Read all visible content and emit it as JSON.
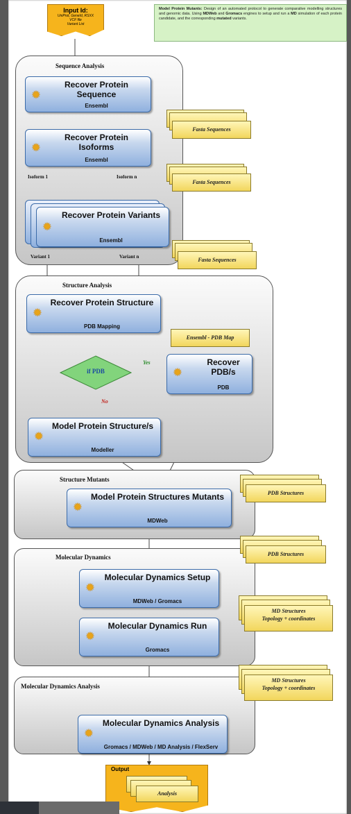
{
  "input": {
    "title": "Input Id:",
    "lines": [
      "UniProt, GeneId, RSXX",
      "VCF file",
      "Variant List"
    ]
  },
  "note": {
    "bold_title": "Model Protein Mutants:",
    "text1": " Design of an automated protocol to generate comparative modelling structures and genomic data. Using ",
    "b1": "MDWeb",
    "text2": " and ",
    "b2": "Gromacs",
    "text3": " engines to setup and run a ",
    "b3": "MD",
    "text4": " simulation of each protein candidate, and the corresponding ",
    "b4": "mutated",
    "text5": " variants."
  },
  "groups": {
    "seq": "Sequence  Analysis",
    "struct": "Structure Analysis",
    "mutants": "Structure Mutants",
    "md": "Molecular Dynamics",
    "mda": "Molecular Dynamics Analysis"
  },
  "procs": {
    "p1": {
      "title": "Recover Protein Sequence",
      "sub": "Ensembl"
    },
    "p2": {
      "title": "Recover Protein Isoforms",
      "sub": "Ensembl"
    },
    "p3": {
      "title": "Recover Protein Variants",
      "sub": "Ensembl"
    },
    "p4": {
      "title": "Recover Protein Structure",
      "sub": "PDB Mapping"
    },
    "p5": {
      "title": "Recover PDB/s",
      "sub": "PDB"
    },
    "p6": {
      "title": "Model Protein Structure/s",
      "sub": "Modeller"
    },
    "p7": {
      "title": "Model Protein Structures Mutants",
      "sub": "MDWeb"
    },
    "p8": {
      "title": "Molecular Dynamics Setup",
      "sub": "MDWeb / Gromacs"
    },
    "p9": {
      "title": "Molecular Dynamics Run",
      "sub": "Gromacs"
    },
    "p10": {
      "title": "Molecular Dynamics Analysis",
      "sub": "Gromacs / MDWeb / MD Analysis / FlexServ"
    }
  },
  "docs": {
    "d1": "Fasta Sequences",
    "d2": "Fasta Sequences",
    "d3": "Fasta Sequences",
    "d4": "Ensembl - PDB Map",
    "d5": "PDB Structures",
    "d6": "PDB Structures",
    "d7a": "MD Structures",
    "d7b": "Topology + coordinates",
    "d8a": "MD Structures",
    "d8b": "Topology + coordinates"
  },
  "labels": {
    "iso1": "Isoform 1",
    "ison": "Isoform n",
    "var1": "Variant 1",
    "varn": "Variant n",
    "decision": "if PDB",
    "yes": "Yes",
    "no": "No"
  },
  "output": {
    "title": "Output",
    "doc": "Analysis"
  },
  "icons": {
    "gear": "gear-icon",
    "colors": {
      "process": "#8fb0de",
      "document": "#f2d65c",
      "io": "#f6b41c",
      "decision": "#7fd07a",
      "note": "#d6f2c6"
    }
  }
}
